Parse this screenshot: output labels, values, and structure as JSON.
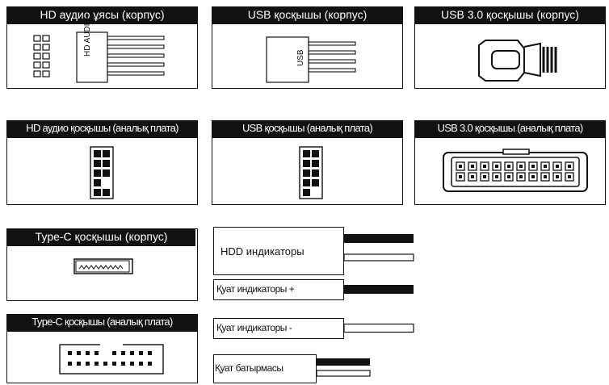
{
  "panels": {
    "hd_audio_case": {
      "title": "HD аудио ұясы (корпус)",
      "plug_label": "HD AUDIO"
    },
    "usb_case": {
      "title": "USB қосқышы (корпус)",
      "plug_label": "USB"
    },
    "usb3_case": {
      "title": "USB 3.0 қосқышы (корпус)"
    },
    "hd_audio_board": {
      "title": "HD аудио қосқышы (аналық плата)"
    },
    "usb_board": {
      "title": "USB қосқышы (аналық плата)"
    },
    "usb3_board": {
      "title": "USB 3.0 қосқышы (аналық плата)"
    },
    "typec_case": {
      "title": "Type-C қосқышы (корпус)"
    },
    "typec_board": {
      "title": "Type-C қосқышы (аналық плата)"
    }
  },
  "front_panel": {
    "hdd_led": "HDD индикаторы",
    "power_led_plus": "Қуат индикаторы +",
    "power_led_minus": "Қуат индикаторы -",
    "power_button": "Қуат батырмасы"
  }
}
